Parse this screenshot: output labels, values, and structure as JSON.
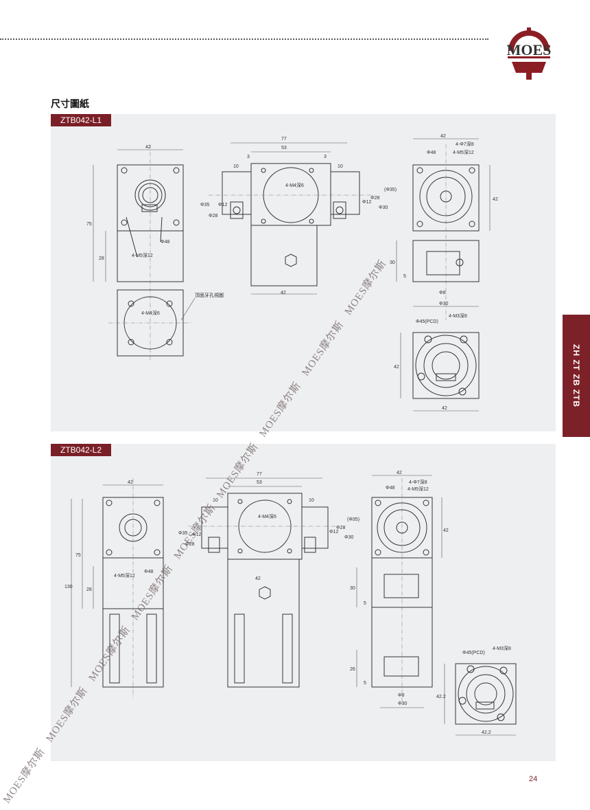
{
  "header": {
    "logo_text": "MOES"
  },
  "section_title": "尺寸圖紙",
  "panels": [
    {
      "model": "ZTB042-L1",
      "labels": {
        "d42": "42",
        "d75": "75",
        "d28": "28",
        "m5": "4-M5深12",
        "phi48": "Φ48",
        "d77": "77",
        "d53": "53",
        "d3a": "3",
        "d3b": "3",
        "d10a": "10",
        "d10b": "10",
        "m4a": "4-M4深6",
        "d42b": "42",
        "phi35a": "Φ35",
        "phi28a": "Φ28",
        "phi12a": "Φ12",
        "phi12b": "Φ12",
        "phi28b": "Φ28",
        "phi30a": "Φ30",
        "phi35b": "(Φ35)",
        "top_view": "頂面牙孔視圖",
        "m4b": "4-M4深6",
        "d42c": "42",
        "m7": "4-Φ7深8",
        "phi48b": "Φ48",
        "m5b": "4-M5深12",
        "d42d": "42",
        "d30": "30",
        "d5": "5",
        "phi8": "Φ8",
        "phi30b": "Φ30",
        "pcd": "Φ45(PCD)",
        "m3": "4-M3深8",
        "d42e": "42",
        "d42f": "42"
      }
    },
    {
      "model": "ZTB042-L2",
      "labels": {
        "d42": "42",
        "d130": "130",
        "d75": "75",
        "d28": "28",
        "m5": "4-M5深12",
        "phi48": "Φ48",
        "d77": "77",
        "d53": "53",
        "d10a": "10",
        "d10b": "10",
        "m4a": "4-M4深6",
        "d42b": "42",
        "phi35a": "Φ35",
        "phi28a": "Φ28",
        "phi12a": "Φ12",
        "phi12b": "Φ12",
        "phi28b": "Φ28",
        "phi30a": "Φ30",
        "phi35b": "(Φ35)",
        "d42c": "42",
        "m7": "4-Φ7深8",
        "phi48b": "Φ48",
        "m5b": "4-M5深12",
        "d42d": "42",
        "d30": "30",
        "d5": "5",
        "d26": "26",
        "d5b": "5",
        "phi8": "Φ8",
        "phi30b": "Φ30",
        "pcd": "Φ45(PCD)",
        "m3": "4-M3深8",
        "d422a": "42.2",
        "d422b": "42.2"
      }
    }
  ],
  "side_tab": "ZH ZT ZB ZTB",
  "page_number": "24",
  "watermark_text": "MOES摩尔斯",
  "colors": {
    "accent": "#7a1f27",
    "panel_bg": "#eeeff1",
    "logo": "#8b1e24"
  }
}
